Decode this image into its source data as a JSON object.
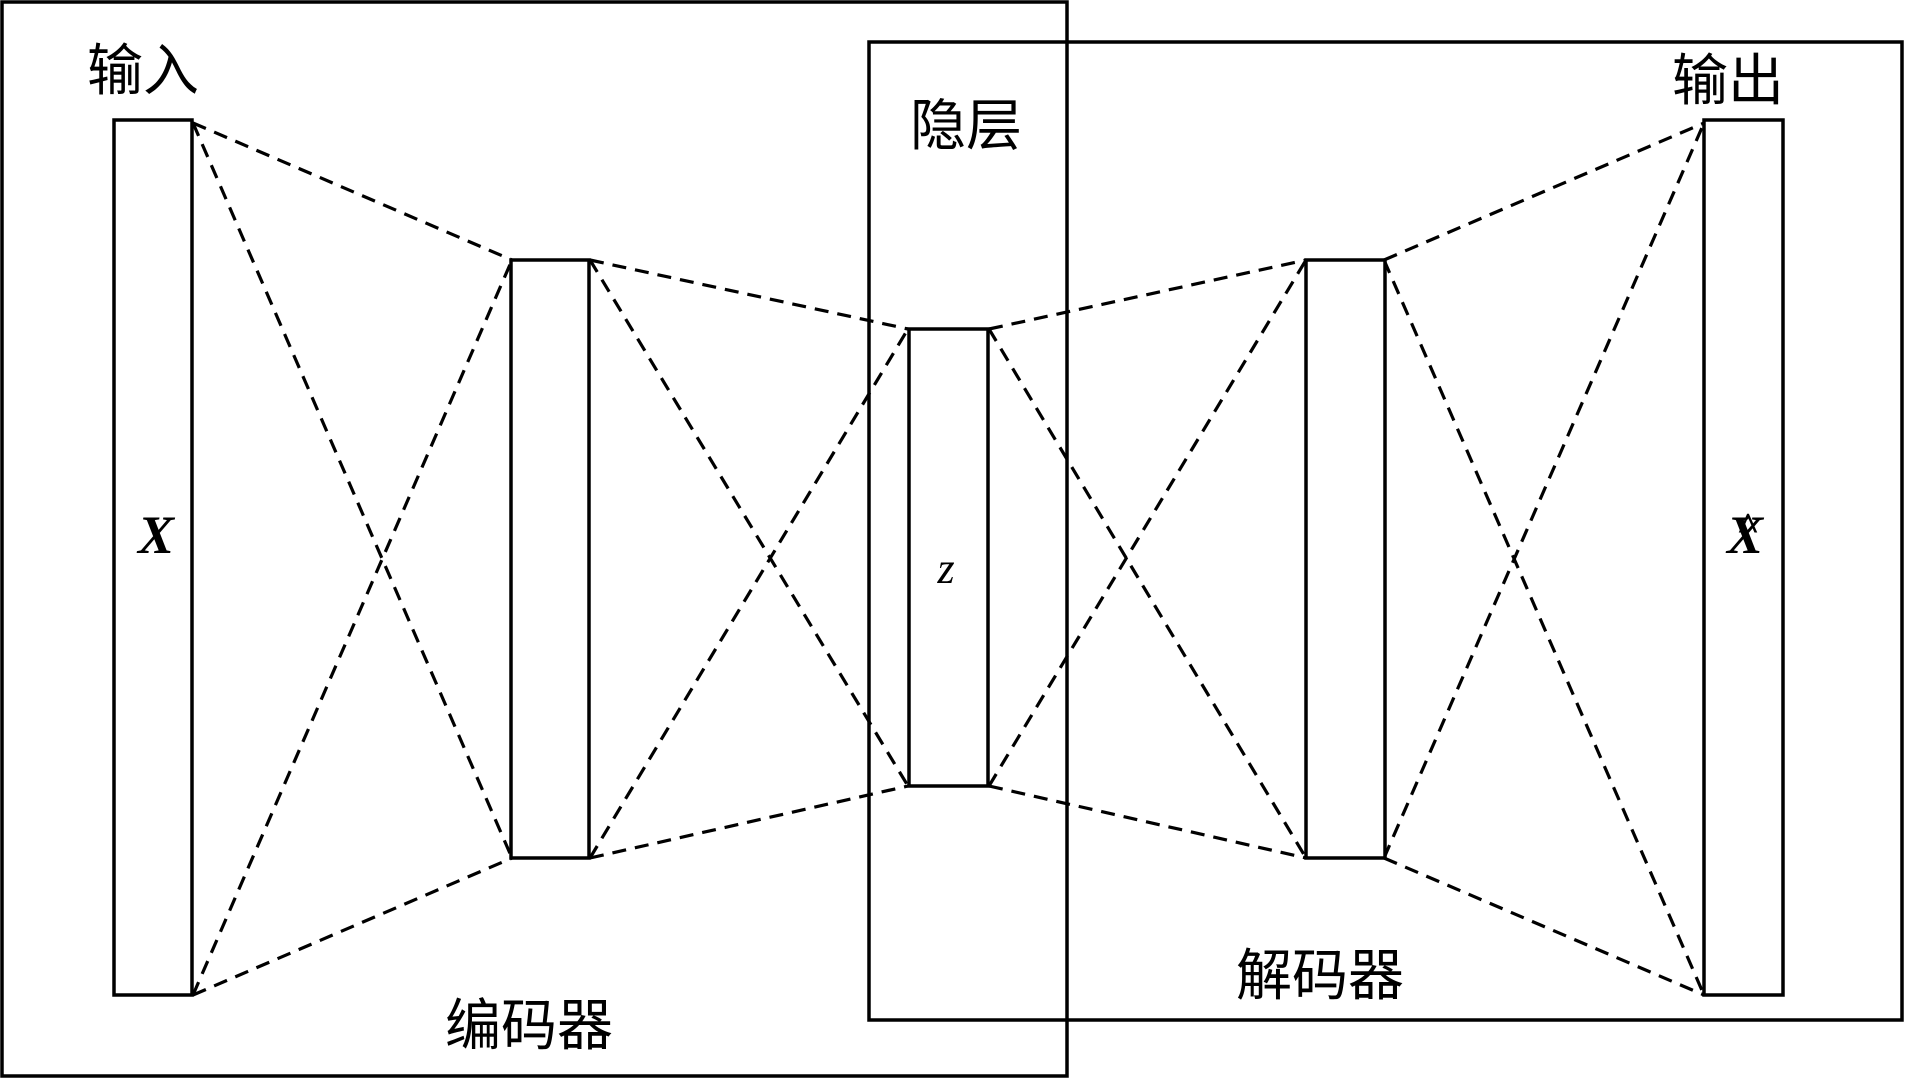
{
  "labels": {
    "input": "输入",
    "output": "输出",
    "hidden": "隐层",
    "encoder": "编码器",
    "decoder": "解码器"
  },
  "symbols": {
    "input_vec": "X",
    "latent": "z",
    "output_vec": "X",
    "output_hat": "^"
  }
}
